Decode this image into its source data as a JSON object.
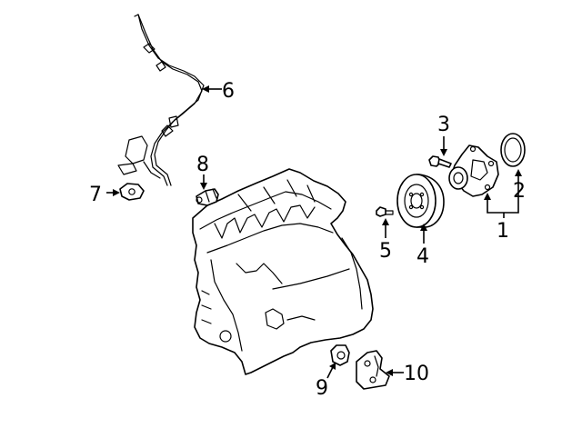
{
  "diagram": {
    "callouts": [
      {
        "id": "1",
        "text": "1"
      },
      {
        "id": "2",
        "text": "2"
      },
      {
        "id": "3",
        "text": "3"
      },
      {
        "id": "4",
        "text": "4"
      },
      {
        "id": "5",
        "text": "5"
      },
      {
        "id": "6",
        "text": "6"
      },
      {
        "id": "7",
        "text": "7"
      },
      {
        "id": "8",
        "text": "8"
      },
      {
        "id": "9",
        "text": "9"
      },
      {
        "id": "10",
        "text": "10"
      }
    ],
    "colors": {
      "line": "#000000",
      "background": "#ffffff"
    }
  }
}
